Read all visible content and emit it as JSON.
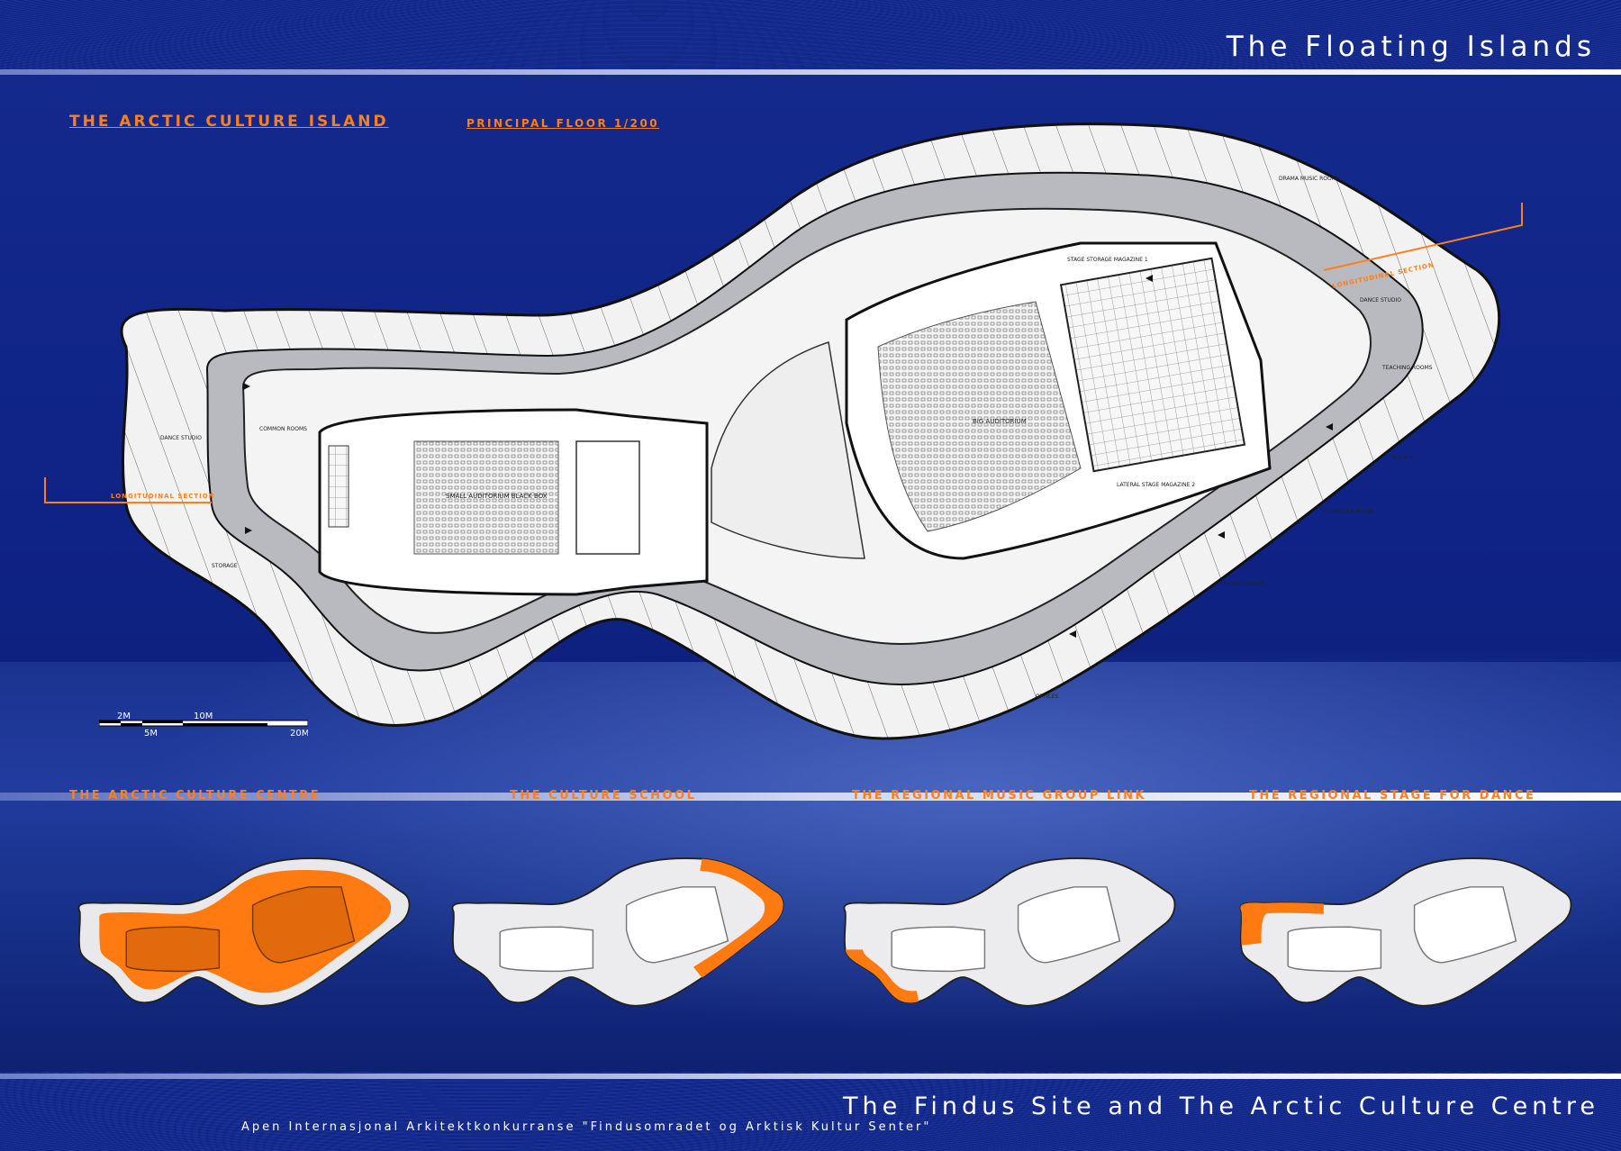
{
  "header": {
    "title": "The Floating Islands"
  },
  "plan": {
    "title": "THE ARCTIC CULTURE ISLAND",
    "subtitle": "PRINCIPAL FLOOR 1/200",
    "section_labels": [
      "LONGITUDINAL SECTION",
      "LONGITUDINAL SECTION"
    ],
    "rooms": {
      "small_auditorium": "SMALL AUDITORIUM BLACK BOX",
      "big_auditorium": "BIG AUDITORIUM",
      "stage_storage": "STAGE STORAGE MAGAZINE 1",
      "lateral_stage": "LATERAL STAGE MAGAZINE 2",
      "common_rooms": "COMMON ROOMS",
      "dance_studio_left": "DANCE STUDIO",
      "dance_studio_right": "DANCE STUDIO",
      "teaching_rooms": "TEACHING ROOMS",
      "atelier": "ATELIER",
      "computer_room": "COMPUTER ROOM",
      "dressing_rooms": "DRESSING ROOMS",
      "storage": "STORAGE",
      "offices": "OFFICES",
      "drama_music": "DRAMA MUSIC ROOMS"
    }
  },
  "scale_bar": {
    "labels": [
      "2M",
      "10M",
      "5M",
      "20M"
    ]
  },
  "variants": [
    {
      "label": "THE ARCTIC CULTURE CENTRE"
    },
    {
      "label": "THE CULTURE SCHOOL"
    },
    {
      "label": "THE REGIONAL MUSIC GROUP LINK"
    },
    {
      "label": "THE REGIONAL STAGE FOR DANCE"
    }
  ],
  "colors": {
    "accent": "#ff7f1a",
    "background": "#10247f",
    "plan_fill": "#f4f4f4",
    "plan_grey": "#b9b9c0"
  },
  "footer": {
    "title": "The Findus Site and The Arctic Culture Centre",
    "subtitle": "Apen Internasjonal Arkitektkonkurranse \"Findusomradet og Arktisk Kultur Senter\""
  }
}
